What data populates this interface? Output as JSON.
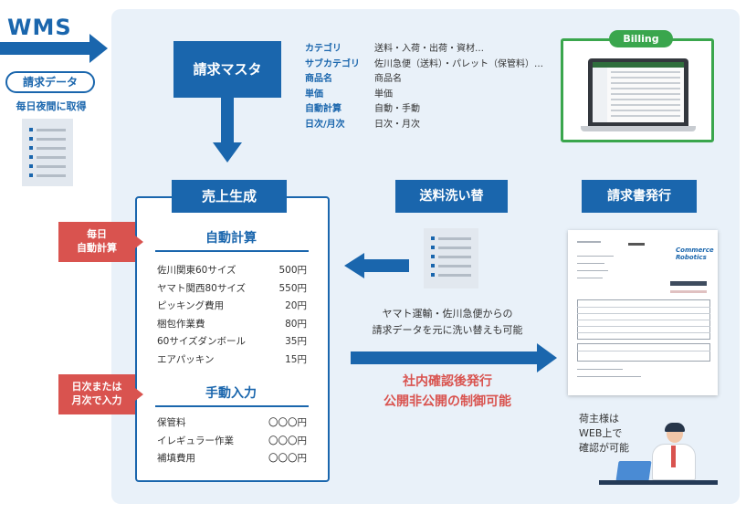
{
  "source": {
    "title": "WMS",
    "pill_label": "請求データ",
    "subtitle": "毎日夜間に取得"
  },
  "master": {
    "title": "請求マスタ",
    "attributes": [
      {
        "key": "カテゴリ",
        "value": "送料・入荷・出荷・資材…"
      },
      {
        "key": "サブカテゴリ",
        "value": "佐川急便（送料）・パレット（保管料）…"
      },
      {
        "key": "商品名",
        "value": "商品名"
      },
      {
        "key": "単価",
        "value": "単価"
      },
      {
        "key": "自動計算",
        "value": "自動・手動"
      },
      {
        "key": "日次/月次",
        "value": "日次・月次"
      }
    ]
  },
  "billing": {
    "tag": "Billing"
  },
  "sales": {
    "title": "売上生成",
    "auto_section": {
      "title": "自動計算",
      "items": [
        {
          "name": "佐川関東60サイズ",
          "price": "500円"
        },
        {
          "name": "ヤマト関西80サイズ",
          "price": "550円"
        },
        {
          "name": "ピッキング費用",
          "price": "20円"
        },
        {
          "name": "梱包作業費",
          "price": "80円"
        },
        {
          "name": "60サイズダンボール",
          "price": "35円"
        },
        {
          "name": "エアパッキン",
          "price": "15円"
        }
      ]
    },
    "manual_section": {
      "title": "手動入力",
      "items": [
        {
          "name": "保管料",
          "price": "〇〇〇円"
        },
        {
          "name": "イレギュラー作業",
          "price": "〇〇〇円"
        },
        {
          "name": "補填費用",
          "price": "〇〇〇円"
        }
      ]
    }
  },
  "tags": {
    "daily_auto": [
      "毎日",
      "自動計算"
    ],
    "daily_monthly_input": [
      "日次または",
      "月次で入力"
    ]
  },
  "shipping_wash": {
    "title": "送料洗い替",
    "note_line1": "ヤマト運輸・佐川急便からの",
    "note_line2": "請求データを元に洗い替えも可能"
  },
  "invoice": {
    "title": "請求書発行",
    "highlight_line1": "社内確認後発行",
    "highlight_line2": "公開非公開の制御可能",
    "logo_line1": "Commerce",
    "logo_line2": "Robotics",
    "shipper_line1": "荷主様は",
    "shipper_line2": "WEB上で",
    "shipper_line3": "確認が可能"
  },
  "colors": {
    "primary": "#1a66ad",
    "accent_red": "#d9534f",
    "billing_green": "#3aa64d",
    "panel_bg": "#e9f1f9"
  }
}
